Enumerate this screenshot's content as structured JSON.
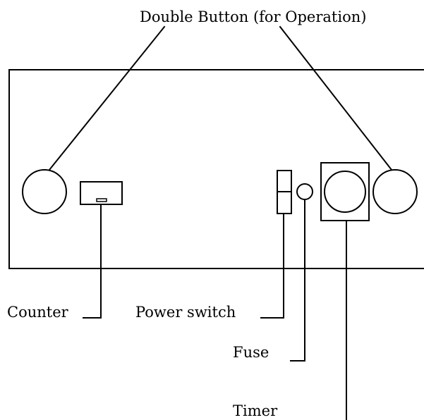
{
  "labels": {
    "double_button": "Double Button (for Operation)",
    "counter": "Counter",
    "power_switch": "Power switch",
    "fuse": "Fuse",
    "timer": "Timer"
  },
  "colors": {
    "stroke": "#000000",
    "background": "#ffffff"
  }
}
